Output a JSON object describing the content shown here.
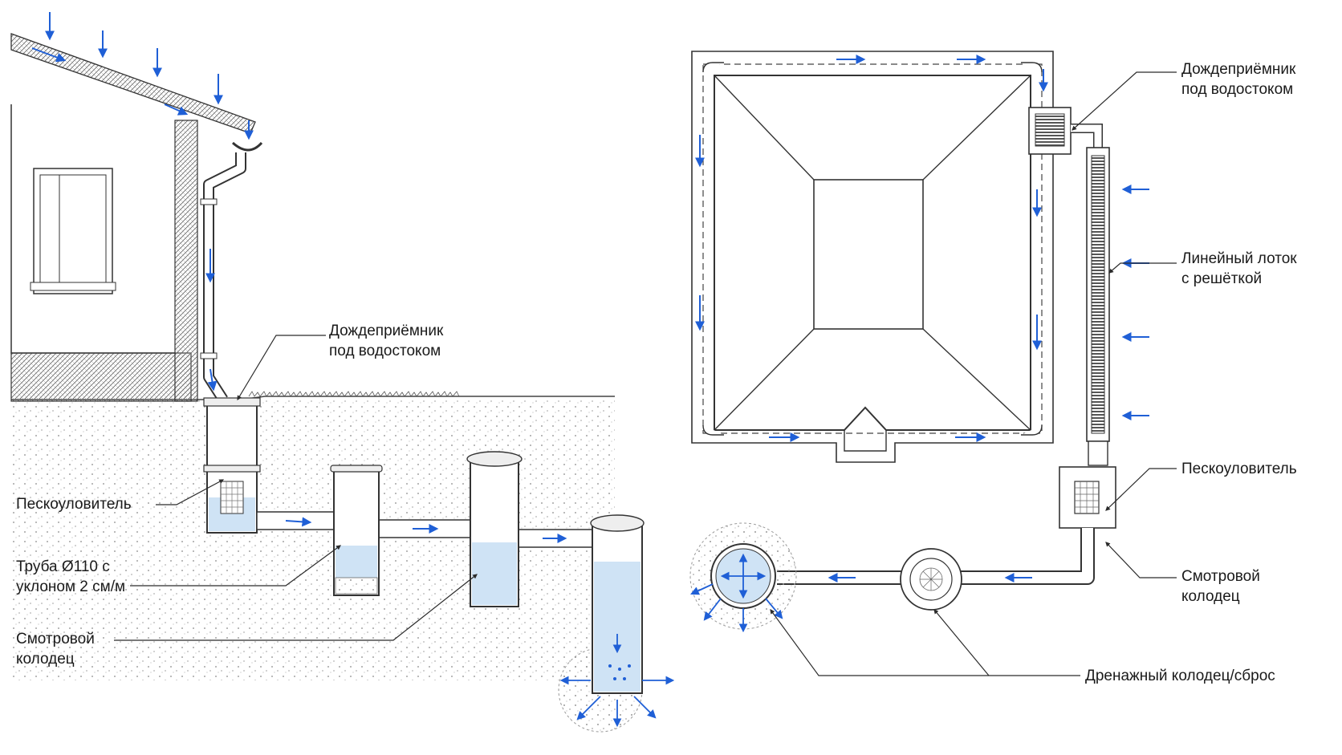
{
  "colors": {
    "line": "#2b2b2b",
    "flow_arrow": "#1f5fd6",
    "water": "#cfe3f5",
    "ground_dot": "#8a8a8a",
    "gravel": "#9a9a9a"
  },
  "left_section": {
    "labels": {
      "rain_inlet": [
        "Дождеприёмник",
        "под водостоком"
      ],
      "sand_trap": "Пескоуловитель",
      "pipe": [
        "Труба Ø110 с",
        "уклоном 2 см/м"
      ],
      "inspection_well": [
        "Смотровой",
        "колодец"
      ]
    }
  },
  "right_section": {
    "labels": {
      "rain_inlet": [
        "Дождеприёмник",
        "под водостоком"
      ],
      "linear_channel": [
        "Линейный лоток",
        "с решёткой"
      ],
      "sand_trap": "Пескоуловитель",
      "inspection_well": [
        "Смотровой",
        "колодец"
      ],
      "drainage_well": "Дренажный колодец/сброс"
    }
  }
}
